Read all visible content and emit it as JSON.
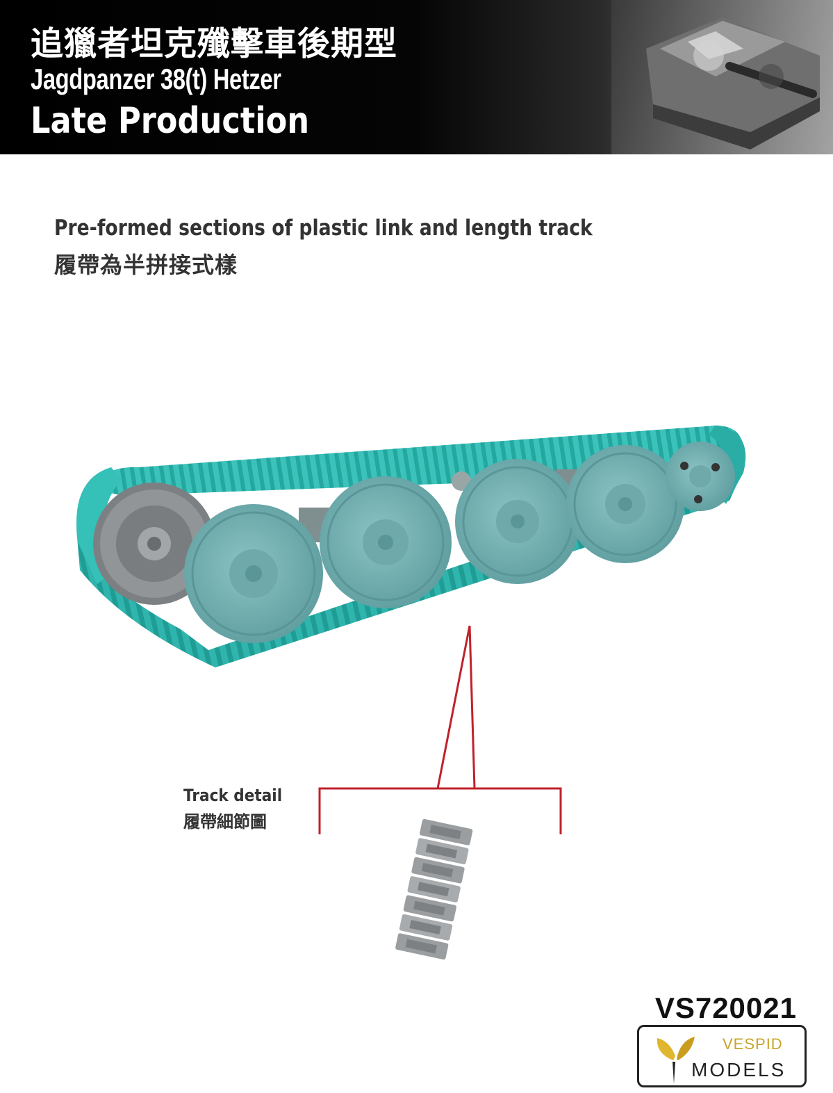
{
  "header": {
    "title_cn": "追獵者坦克殲擊車後期型",
    "title_en": "Jagdpanzer 38(t) Hetzer",
    "subtitle": "Late Production"
  },
  "description": {
    "en": "Pre-formed sections of plastic link and length track",
    "cn": "履帶為半拼接式樣"
  },
  "detail_label": {
    "en": "Track detail",
    "cn": "履帶細節圖"
  },
  "product_code": "VS720021",
  "logo": {
    "top": "VESPID",
    "bottom": "MODELS"
  },
  "colors": {
    "track": "#2fb5ad",
    "wheel": "#79b3b4",
    "sprocket": "#8a8c8e",
    "callout": "#c0222b"
  }
}
